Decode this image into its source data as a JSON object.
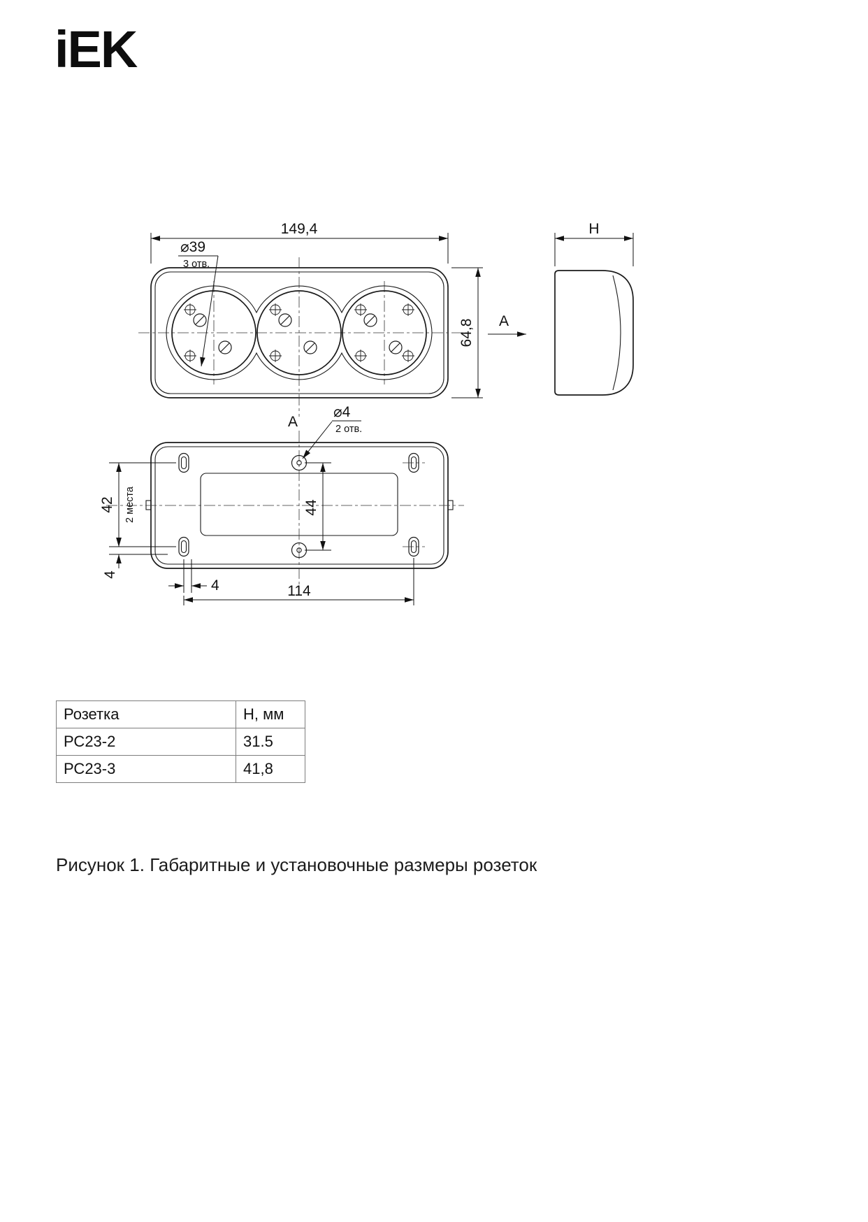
{
  "logo": {
    "text": "iEK"
  },
  "drawing": {
    "front_view": {
      "width_dim": "149,4",
      "height_dim": "64,8",
      "hole_label": "⌀39",
      "hole_note": "3 отв.",
      "view_arrow_label": "A"
    },
    "side_view": {
      "depth_dim": "H"
    },
    "back_view": {
      "view_label": "A",
      "hole_label": "⌀4",
      "hole_note": "2 отв.",
      "dim_slot_spacing": "42",
      "dim_slot_note": "2 места",
      "dim_hole_spacing": "44",
      "dim_offset_vertical": "4",
      "dim_offset_horizontal": "4",
      "dim_mount_width": "114"
    }
  },
  "table": {
    "headers": [
      "Розетка",
      "H, мм"
    ],
    "rows": [
      [
        "РС23-2",
        "31.5"
      ],
      [
        "РС23-3",
        "41,8"
      ]
    ]
  },
  "figure": {
    "caption": "Рисунок 1. Габаритные и установочные размеры розеток"
  }
}
